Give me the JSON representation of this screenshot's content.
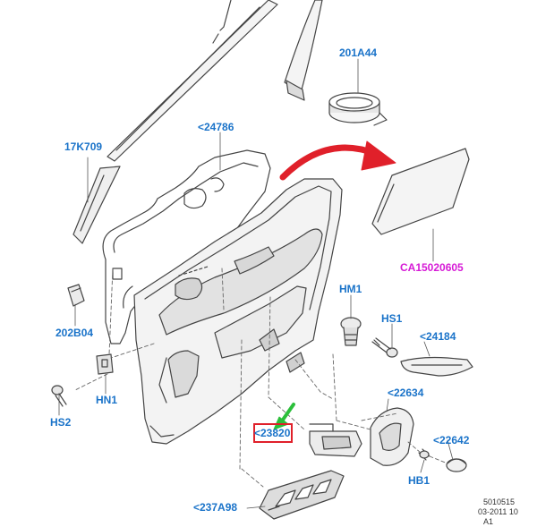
{
  "colors": {
    "label_blue": "#1a73c9",
    "label_magenta": "#d61ad6",
    "arrow_red": "#e0202a",
    "arrow_green": "#2bbf3a",
    "line": "#444444",
    "fill_light": "#f2f2f2",
    "fill_mid": "#d9d9d9"
  },
  "labels": {
    "part_201A44": "201A44",
    "part_24786": "<24786",
    "part_17K709": "17K709",
    "part_CA15020605": "CA15020605",
    "part_HM1": "HM1",
    "part_HS1": "HS1",
    "part_24184": "<24184",
    "part_202B04": "202B04",
    "part_22634": "<22634",
    "part_HN1": "HN1",
    "part_HS2": "HS2",
    "part_23820": "<23820",
    "part_22642": "<22642",
    "part_HB1": "HB1",
    "part_237A98": "<237A98"
  },
  "stamp": {
    "line1": "5010515",
    "line2": "03-2011 10",
    "line3": "A1"
  }
}
